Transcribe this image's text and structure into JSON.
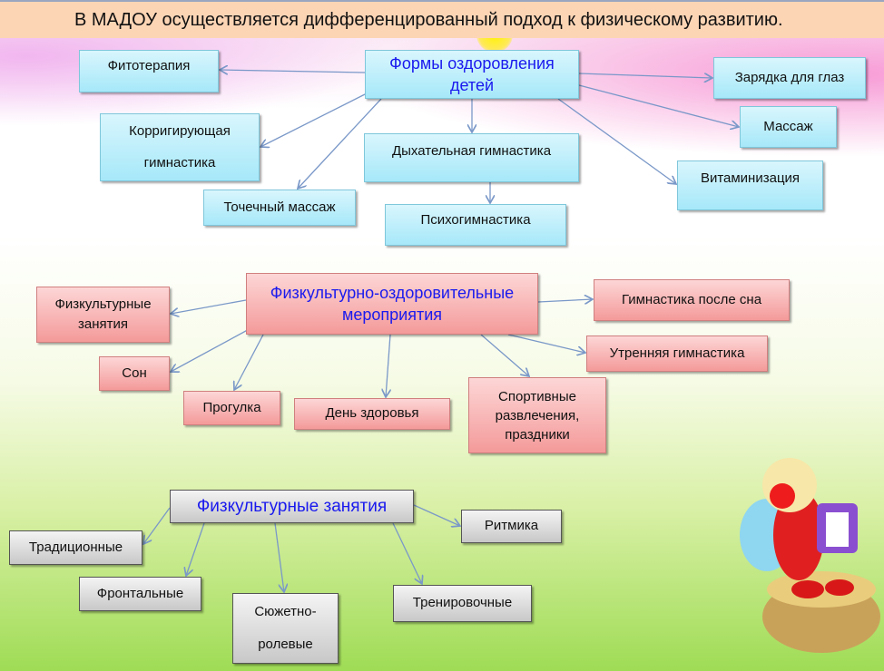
{
  "title": "В МАДОУ осуществляется дифференцированный подход к физическому развитию.",
  "health": {
    "hub": "Формы оздоровления детей",
    "items": [
      "Фитотерапия",
      "Зарядка для глаз",
      "Корригирующая гимнастика",
      "Массаж",
      "Дыхательная гимнастика",
      "Витаминизация",
      "Точечный массаж",
      "Психогимнастика"
    ]
  },
  "events": {
    "hub": "Физкультурно-оздоровительные мероприятия",
    "items": [
      "Физкультурные занятия",
      "Гимнастика после сна",
      "Утренняя гимнастика",
      "Сон",
      "Прогулка",
      "День здоровья",
      "Спортивные развлечения, праздники"
    ]
  },
  "classes": {
    "hub": "Физкультурные занятия",
    "items": [
      "Ритмика",
      "Традиционные",
      "Фронтальные",
      "Сюжетно-ролевые",
      "Тренировочные"
    ]
  }
}
